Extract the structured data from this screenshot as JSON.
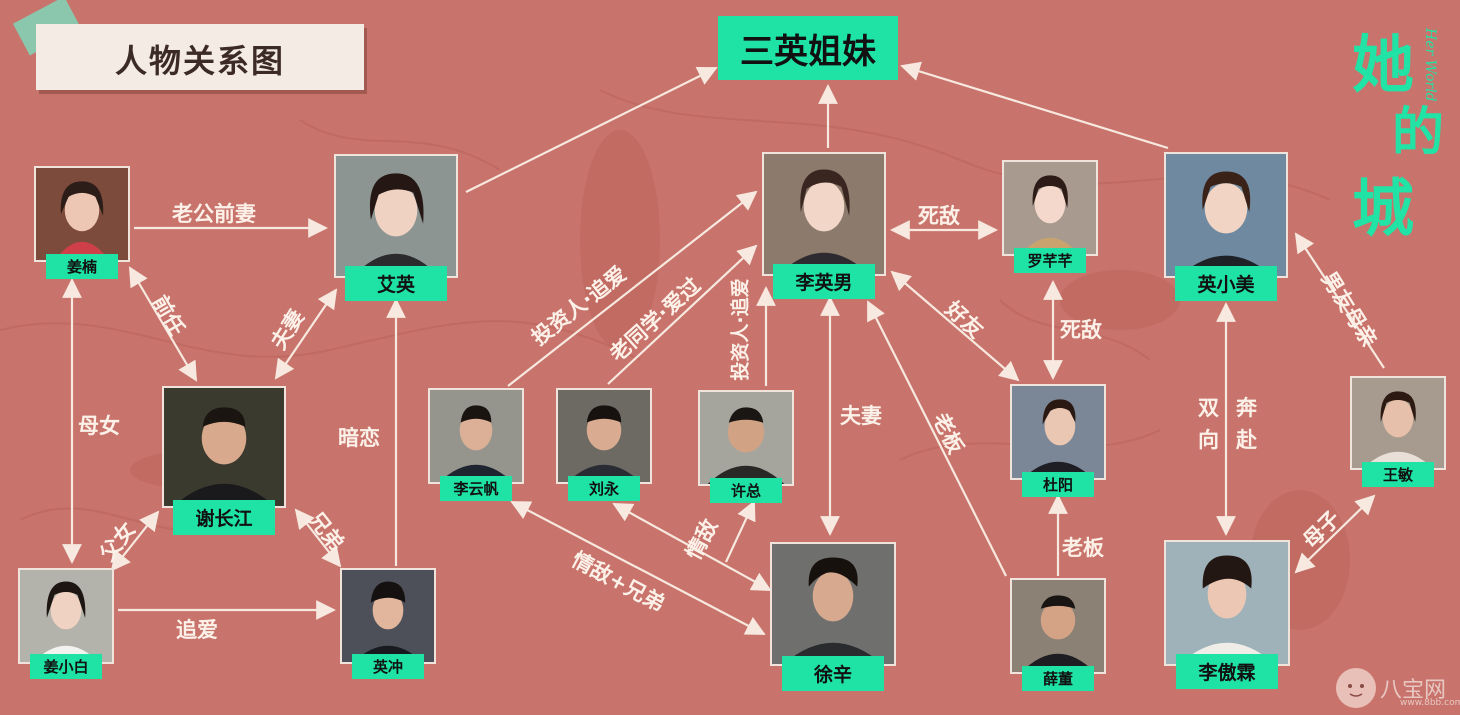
{
  "title": "人物关系图",
  "group": "三英姐妹",
  "logo": {
    "chars": [
      "她",
      "的",
      "城"
    ],
    "script": "Her World"
  },
  "watermark": {
    "text": "八宝网",
    "url": "www.8bb.com"
  },
  "nodes": [
    {
      "id": "jiangnan",
      "name": "姜楠"
    },
    {
      "id": "aiying",
      "name": "艾英"
    },
    {
      "id": "liyingnan",
      "name": "李英男"
    },
    {
      "id": "luoqianqian",
      "name": "罗芊芊"
    },
    {
      "id": "yingxiaomei",
      "name": "英小美"
    },
    {
      "id": "xiechangjiang",
      "name": "谢长江"
    },
    {
      "id": "liyunfan",
      "name": "李云帆"
    },
    {
      "id": "liuyong",
      "name": "刘永"
    },
    {
      "id": "xuzong",
      "name": "许总"
    },
    {
      "id": "duyang",
      "name": "杜阳"
    },
    {
      "id": "wangmin",
      "name": "王敏"
    },
    {
      "id": "jiangxiaobai",
      "name": "姜小白"
    },
    {
      "id": "yingchong",
      "name": "英冲"
    },
    {
      "id": "xuxin",
      "name": "徐辛"
    },
    {
      "id": "xuedong",
      "name": "薛董"
    },
    {
      "id": "liaolin",
      "name": "李傲霖"
    }
  ],
  "relations": [
    {
      "id": "r-lgqq",
      "label": "老公前妻"
    },
    {
      "id": "r-qr",
      "label": "前任"
    },
    {
      "id": "r-fq1",
      "label": "夫妻"
    },
    {
      "id": "r-mn",
      "label": "母女"
    },
    {
      "id": "r-an",
      "label": "暗恋"
    },
    {
      "id": "r-fn",
      "label": "父女"
    },
    {
      "id": "r-xd",
      "label": "兄弟"
    },
    {
      "id": "r-za1",
      "label": "追爱"
    },
    {
      "id": "r-tz1",
      "label": "投资人·追爱"
    },
    {
      "id": "r-ltx",
      "label": "老同学·爱过"
    },
    {
      "id": "r-tz2",
      "label": "投资人·追爱"
    },
    {
      "id": "r-sd1",
      "label": "死敌"
    },
    {
      "id": "r-hy",
      "label": "好友"
    },
    {
      "id": "r-sd2",
      "label": "死敌"
    },
    {
      "id": "r-fq2",
      "label": "夫妻"
    },
    {
      "id": "r-lb1",
      "label": "老板"
    },
    {
      "id": "r-lb2",
      "label": "老板"
    },
    {
      "id": "r-qd",
      "label": "情敌"
    },
    {
      "id": "r-qdxd",
      "label": "情敌+兄弟"
    },
    {
      "id": "r-sx1",
      "label": "双"
    },
    {
      "id": "r-sx2",
      "label": "向"
    },
    {
      "id": "r-bf1",
      "label": "奔"
    },
    {
      "id": "r-bf2",
      "label": "赴"
    },
    {
      "id": "r-nymq",
      "label": "男友母亲"
    },
    {
      "id": "r-mz",
      "label": "母子"
    }
  ]
}
